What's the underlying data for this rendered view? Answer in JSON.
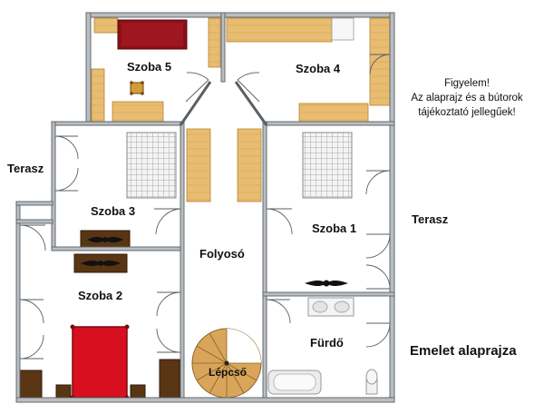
{
  "rooms": {
    "szoba5": "Szoba 5",
    "szoba4": "Szoba 4",
    "szoba3": "Szoba 3",
    "szoba2": "Szoba 2",
    "szoba1": "Szoba 1",
    "folyoso": "Folyosó",
    "furdo": "Fürdő",
    "lepcso": "Lépcső",
    "terasz_left": "Terasz",
    "terasz_right": "Terasz"
  },
  "note": {
    "line1": "Figyelem!",
    "line2": "Az alaprajz és a bútorok",
    "line3": "tájékoztató jellegűek!"
  },
  "title": "Emelet alaprajza",
  "colors": {
    "wall": "#b9bec2",
    "wall_edge": "#5a5f63",
    "furniture": "#e7b96a",
    "furniture_edge": "#b58432",
    "bed_red": "#d80f1e",
    "bed_dark": "#8c0f17",
    "dark_wood": "#5a3514",
    "stair": "#d9a55a"
  }
}
